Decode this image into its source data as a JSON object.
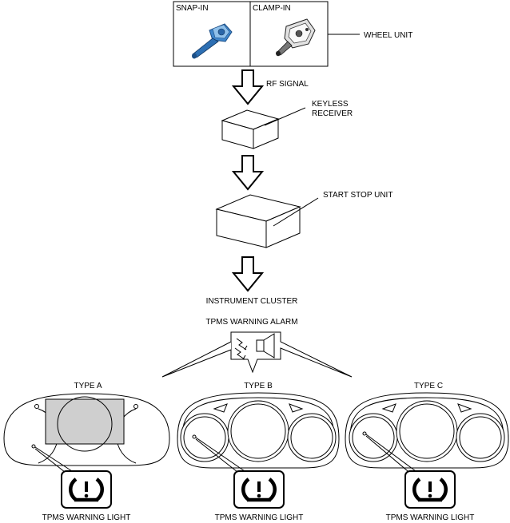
{
  "wheel_unit": {
    "snap_in_label": "SNAP-IN",
    "clamp_in_label": "CLAMP-IN",
    "callout": "WHEEL UNIT"
  },
  "rf_signal_label": "RF SIGNAL",
  "keyless_receiver": {
    "line1": "KEYLESS",
    "line2": "RECEIVER"
  },
  "start_stop_unit_label": "START STOP UNIT",
  "instrument_cluster_label": "INSTRUMENT CLUSTER",
  "warning_alarm_label": "TPMS WARNING ALARM",
  "clusters": [
    {
      "type_label": "TYPE A",
      "light_label": "TPMS WARNING LIGHT"
    },
    {
      "type_label": "TYPE B",
      "light_label": "TPMS WARNING LIGHT"
    },
    {
      "type_label": "TYPE C",
      "light_label": "TPMS WARNING LIGHT"
    }
  ],
  "colors": {
    "sensor_blue": "#3f86cc",
    "lcd_gray": "#cfcfcf",
    "line": "#000000"
  }
}
